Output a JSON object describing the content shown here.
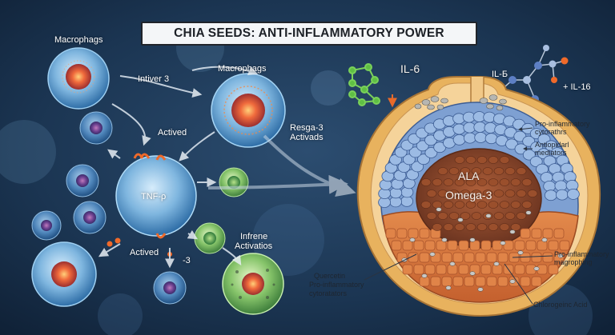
{
  "title": "CHIA SEEDS: ANTI-INFLAMMATORY POWER",
  "labels": {
    "macrophags_left": "Macrophags",
    "macrophags_center": "Macrophags",
    "intiver": "Intiver 3",
    "actived_top": "Actived",
    "resga_line1": "Resga-3",
    "resga_line2": "Activads",
    "tnf": "TNF-ρ",
    "actived_bottom": "Actived",
    "minus3": "-3",
    "infrene_line1": "Infrene",
    "infrene_line2": "Activatios",
    "il6": "IL-6",
    "il_jj": "IL-Б",
    "il16": "+ IL-16",
    "proinf_cyt_top_1": "Pro-inflammatory",
    "proinf_cyt_top_2": "cytorathrs",
    "antiopidarl_1": "Antiopidarl",
    "antiopidarl_2": "mediators",
    "ala": "ALA",
    "omega3": "Omega-3",
    "proinf_mag_1": "Pro-inflammatory",
    "proinf_mag_2": "magrophing",
    "quercetin": "Quercetin",
    "proinf_cyt_bottom_1": "Pro-inflammatory",
    "proinf_cyt_bottom_2": "cytoratators",
    "chlorogenic": "Chlorogeinc Acid"
  },
  "colors": {
    "background": "#1b3552",
    "cell_blue": "#6aa8d6",
    "nucleus_red": "#e0553a",
    "cell_green": "#7cc069",
    "seed_outer": "#e8b25e",
    "seed_tissue": "#d9793e",
    "seed_core": "#8a4a2a",
    "title_bg": "#f4f6f8"
  }
}
